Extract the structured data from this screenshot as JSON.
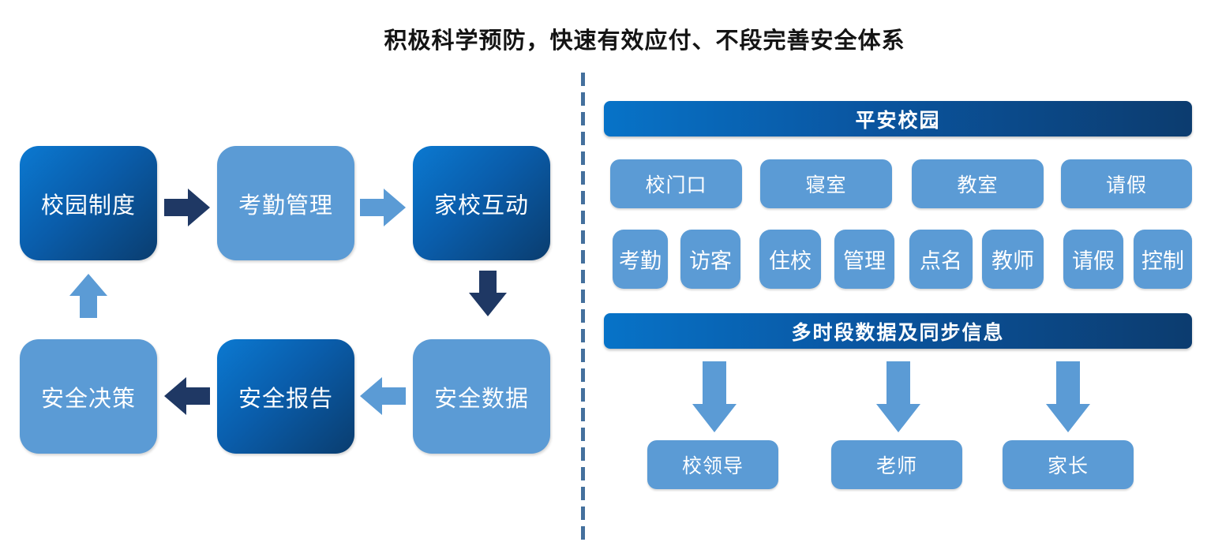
{
  "title": "积极科学预防，快速有效应付、不段完善安全体系",
  "colors": {
    "light_blue": "#5b9bd5",
    "dark_navy": "#1f3864",
    "gradient_start": "#0b79d1",
    "gradient_end": "#0a3d6f",
    "divider_blue": "#44709d",
    "text_on_blue": "#ffffff",
    "title_text": "#141414"
  },
  "left_flow": {
    "nodes": [
      {
        "label": "校园制度",
        "style": "gradient"
      },
      {
        "label": "考勤管理",
        "style": "light"
      },
      {
        "label": "家校互动",
        "style": "gradient"
      },
      {
        "label": "安全决策",
        "style": "light"
      },
      {
        "label": "安全报告",
        "style": "gradient"
      },
      {
        "label": "安全数据",
        "style": "light"
      }
    ]
  },
  "right_panel": {
    "header1": "平安校园",
    "row1": [
      "校门口",
      "寝室",
      "教室",
      "请假"
    ],
    "row2": [
      "考勤",
      "访客",
      "住校",
      "管理",
      "点名",
      "教师",
      "请假",
      "控制"
    ],
    "header2": "多时段数据及同步信息",
    "row3": [
      "校领导",
      "老师",
      "家长"
    ]
  }
}
